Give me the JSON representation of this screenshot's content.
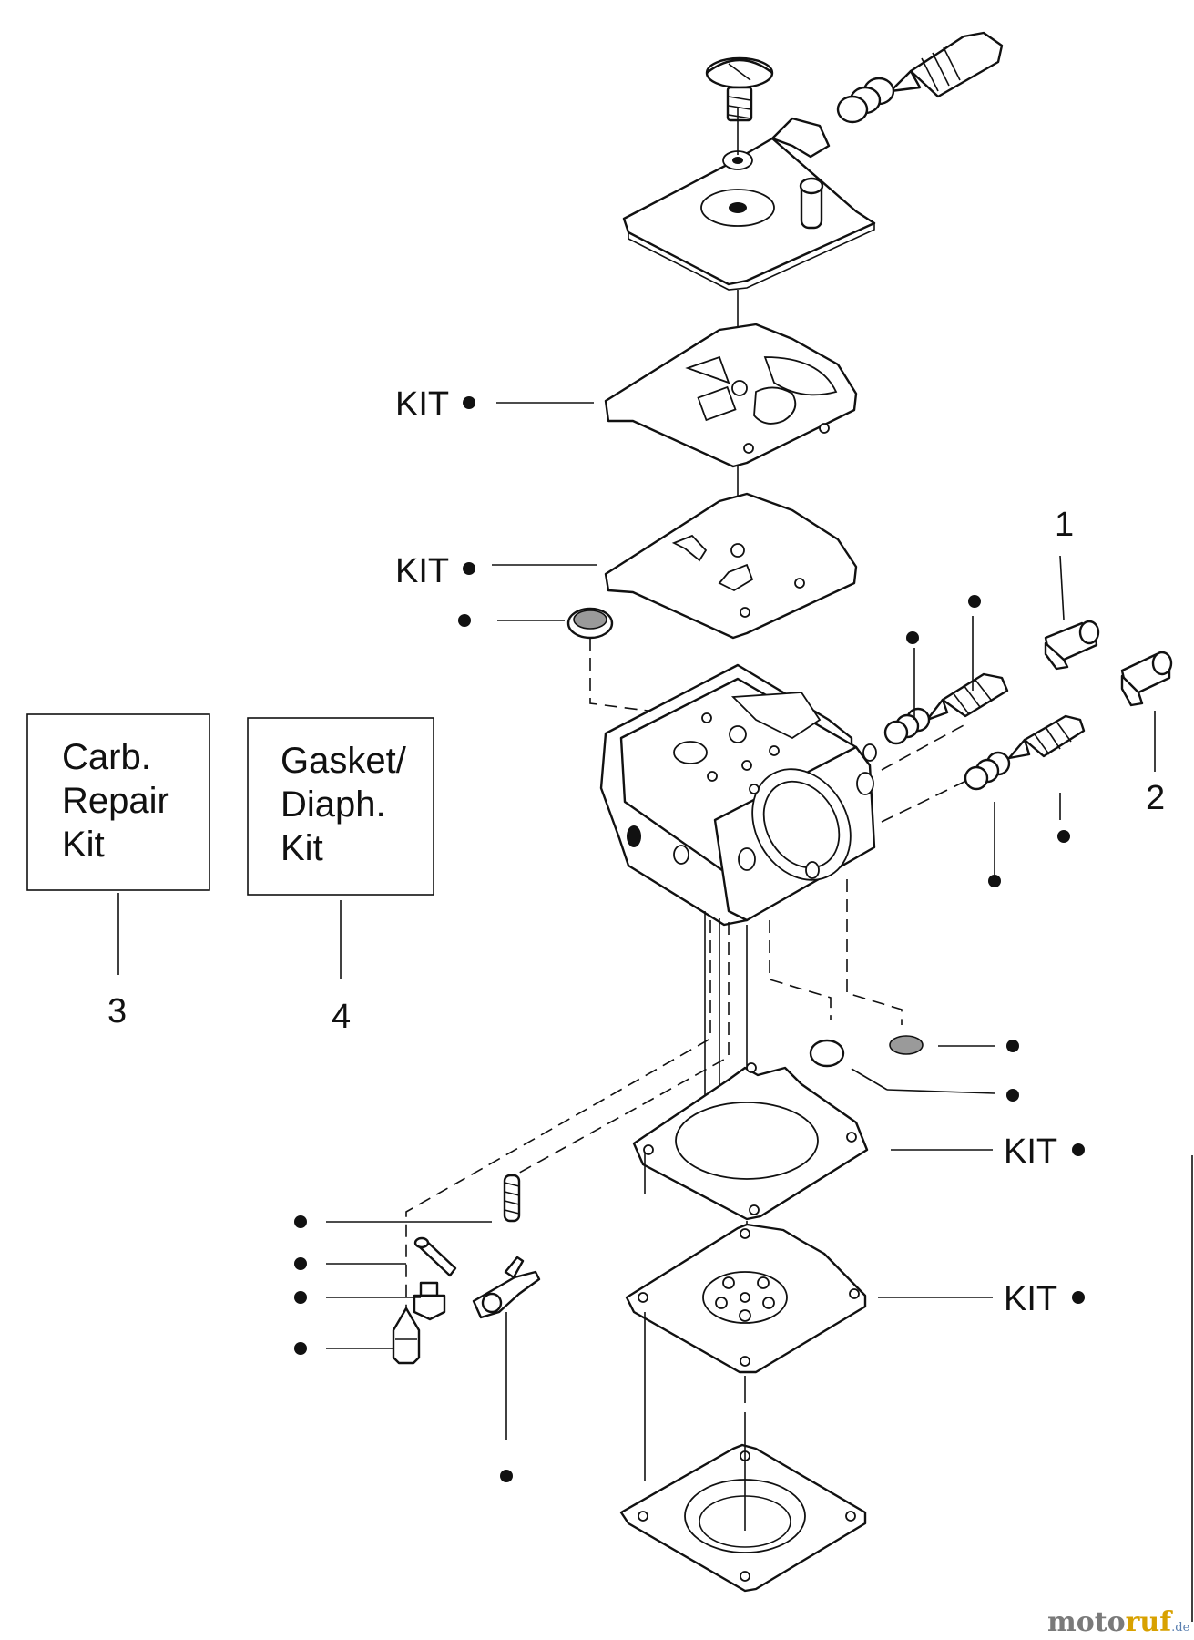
{
  "labels": {
    "kit": "KIT",
    "kit_upper_1": "KIT",
    "kit_upper_2": "KIT",
    "kit_lower_1": "KIT",
    "kit_lower_2": "KIT"
  },
  "callouts": {
    "n1": "1",
    "n2": "2",
    "n3": "3",
    "n4": "4"
  },
  "boxes": {
    "carb_repair_kit": [
      "Carb.",
      "Repair",
      "Kit"
    ],
    "gasket_diaph_kit": [
      "Gasket/",
      "Diaph.",
      "Kit"
    ]
  },
  "watermark": {
    "part_a": "moto",
    "part_b": "ruf",
    "part_c": ".de"
  },
  "colors": {
    "ink": "#111111",
    "watermark_grey": "#7a7a7a",
    "watermark_yellow": "#d8a100",
    "watermark_blue": "#5a7fb0"
  }
}
